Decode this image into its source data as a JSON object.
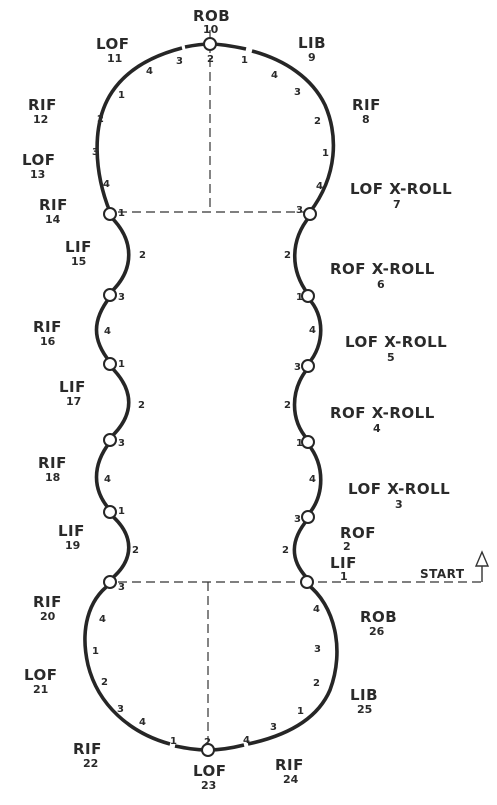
{
  "start_label": "START",
  "steps": [
    {
      "name": "LIF",
      "number": "1"
    },
    {
      "name": "ROF",
      "number": "2"
    },
    {
      "name": "LOF X-ROLL",
      "number": "3"
    },
    {
      "name": "ROF X-ROLL",
      "number": "4"
    },
    {
      "name": "LOF X-ROLL",
      "number": "5"
    },
    {
      "name": "ROF X-ROLL",
      "number": "6"
    },
    {
      "name": "LOF X-ROLL",
      "number": "7"
    },
    {
      "name": "RIF",
      "number": "8"
    },
    {
      "name": "LIB",
      "number": "9"
    },
    {
      "name": "ROB",
      "number": "10"
    },
    {
      "name": "LOF",
      "number": "11"
    },
    {
      "name": "RIF",
      "number": "12"
    },
    {
      "name": "LOF",
      "number": "13"
    },
    {
      "name": "RIF",
      "number": "14"
    },
    {
      "name": "LIF",
      "number": "15"
    },
    {
      "name": "RIF",
      "number": "16"
    },
    {
      "name": "LIF",
      "number": "17"
    },
    {
      "name": "RIF",
      "number": "18"
    },
    {
      "name": "LIF",
      "number": "19"
    },
    {
      "name": "RIF",
      "number": "20"
    },
    {
      "name": "LOF",
      "number": "21"
    },
    {
      "name": "RIF",
      "number": "22"
    },
    {
      "name": "LOF",
      "number": "23"
    },
    {
      "name": "RIF",
      "number": "24"
    },
    {
      "name": "LIB",
      "number": "25"
    },
    {
      "name": "ROB",
      "number": "26"
    }
  ],
  "beats": {
    "top_left_lobe": [
      "1",
      "2",
      "3",
      "4"
    ],
    "top_arc": [
      "4",
      "3",
      "2",
      "1",
      "4"
    ],
    "top_right_lobe": [
      "3",
      "2",
      "1",
      "4",
      "3"
    ],
    "right_side": [
      "2",
      "1",
      "4",
      "3",
      "2",
      "1",
      "4",
      "3",
      "2"
    ],
    "left_side": [
      "1",
      "2",
      "3",
      "4",
      "1",
      "2",
      "3",
      "4",
      "1",
      "2",
      "3"
    ],
    "bottom_right": [
      "4",
      "3",
      "2",
      "1"
    ],
    "bottom_arc": [
      "3",
      "4",
      "2",
      "3",
      "4",
      "1"
    ],
    "bottom_left": [
      "4",
      "1",
      "2"
    ]
  }
}
